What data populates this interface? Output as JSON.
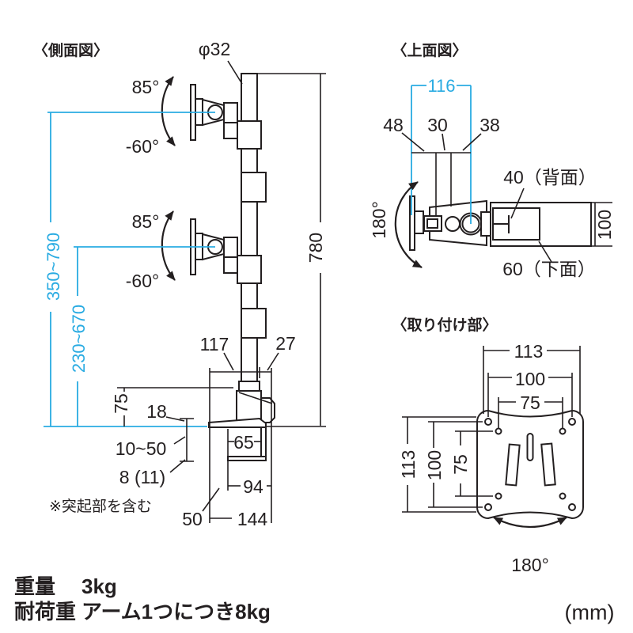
{
  "colors": {
    "line": "#231F20",
    "accent": "#29ABE2",
    "background": "#ffffff"
  },
  "side_view": {
    "title": "〈側面図〉",
    "labels": {
      "diameter": "φ32",
      "tilt_up": "85°",
      "tilt_down": "-60°",
      "height_range_outer": "350~790",
      "height_range_inner": "230~670",
      "pole_height": "780",
      "clamp_w117": "117",
      "clamp_w27": "27",
      "clamp_h75": "75",
      "dim_18": "18",
      "clamp_range": "10~50",
      "dim_8_11": "8 (11)",
      "note": "※突起部を含む",
      "dim_65": "65",
      "dim_94": "94",
      "dim_144": "144",
      "dim_50": "50"
    }
  },
  "top_view": {
    "title": "〈上面図〉",
    "labels": {
      "width_116": "116",
      "seg_48": "48",
      "seg_30": "30",
      "seg_38": "38",
      "back_40": "40（背面）",
      "depth_100": "100",
      "swivel_180": "180°",
      "bottom_60": "60（下面）"
    }
  },
  "mount_view": {
    "title": "〈取り付け部〉",
    "labels": {
      "w113": "113",
      "w100": "100",
      "w75": "75",
      "h113": "113",
      "h100": "100",
      "h75": "75",
      "rotate_180": "180°"
    }
  },
  "footer": {
    "weight_label": "重量",
    "weight_value": "3kg",
    "load_label": "耐荷重",
    "load_value": "アーム1つにつき8kg",
    "unit": "(mm)"
  }
}
